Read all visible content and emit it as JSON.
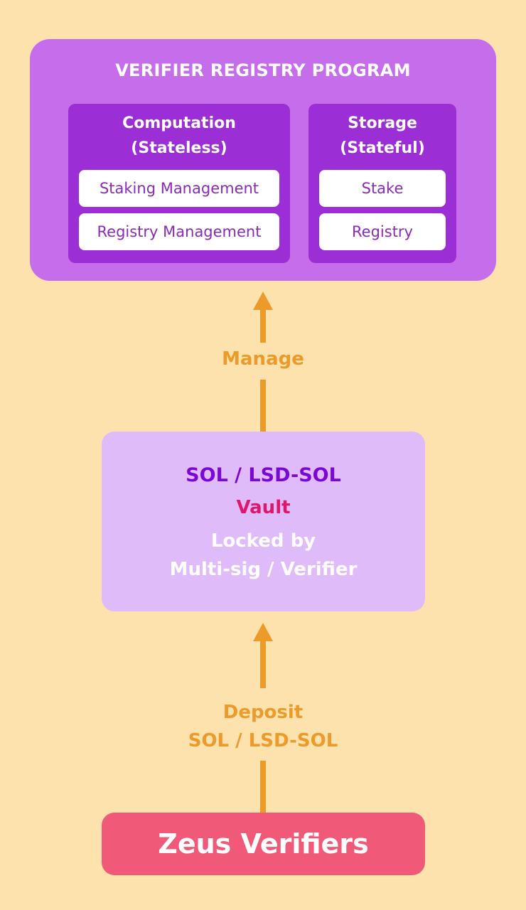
{
  "program": {
    "title": "VERIFIER REGISTRY PROGRAM",
    "computation": {
      "title_line1": "Computation",
      "title_line2": "(Stateless)",
      "items": [
        "Staking Management",
        "Registry Management"
      ]
    },
    "storage": {
      "title_line1": "Storage",
      "title_line2": "(Stateful)",
      "items": [
        "Stake",
        "Registry"
      ]
    }
  },
  "arrows": {
    "manage_label": "Manage",
    "deposit_label_line1": "Deposit",
    "deposit_label_line2": "SOL / LSD-SOL"
  },
  "vault": {
    "asset": "SOL / LSD-SOL",
    "name": "Vault",
    "lock_line1": "Locked by",
    "lock_line2": "Multi-sig / Verifier"
  },
  "source": {
    "label": "Zeus Verifiers"
  },
  "colors": {
    "background": "#fde2ae",
    "program": "#c56dea",
    "panel": "#9b2ed4",
    "arrow": "#ec9a2a",
    "vault": "#dfbbfa",
    "vault_accent": "#e0166d",
    "zeus": "#f05a78"
  }
}
